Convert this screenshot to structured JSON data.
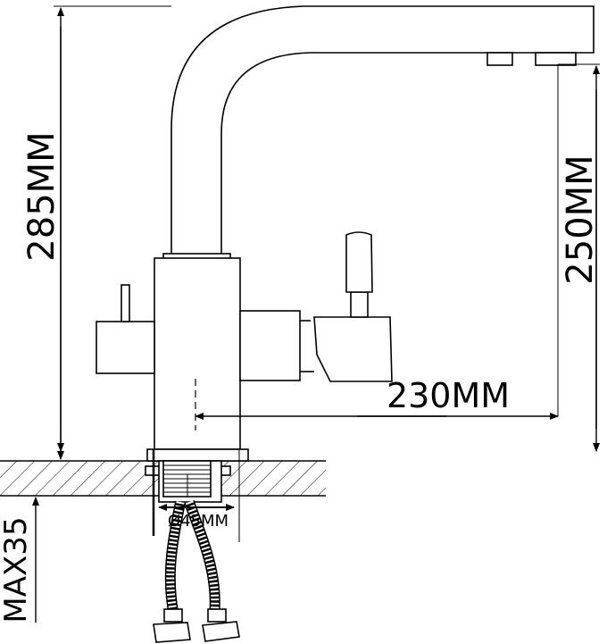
{
  "dimensions": {
    "total_height": "285MM",
    "spout_height": "250MM",
    "spout_reach": "230MM",
    "hole_diameter": "Ø45MM",
    "max_counter_thickness": "MAX35"
  },
  "colors": {
    "line": "#000000",
    "background": "#ffffff"
  }
}
